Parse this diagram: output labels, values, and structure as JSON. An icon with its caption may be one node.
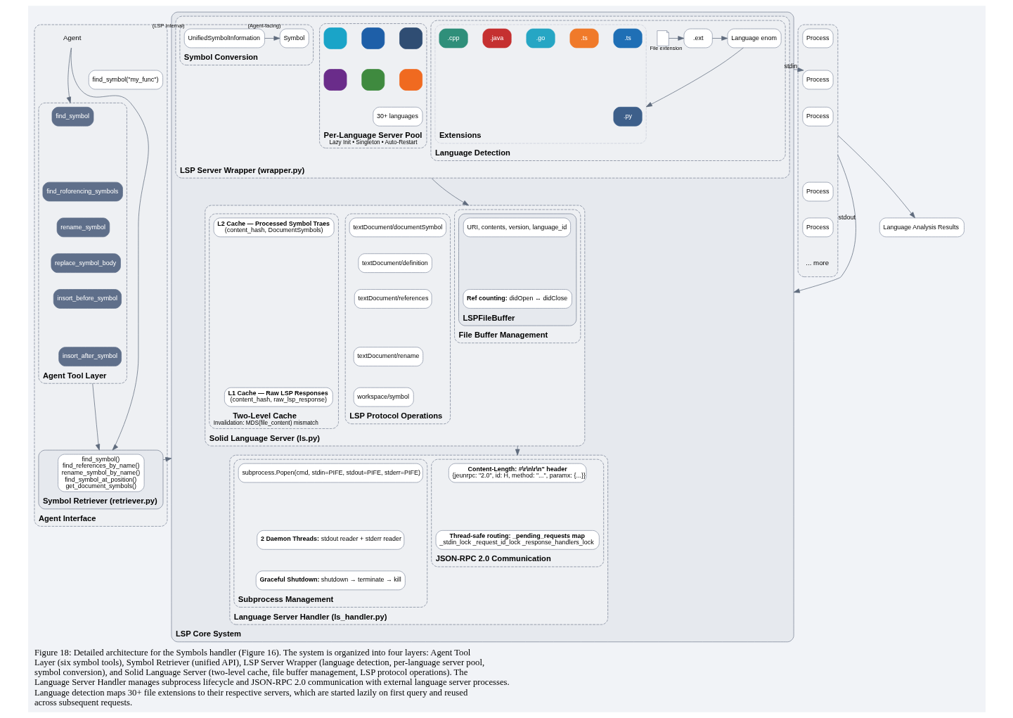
{
  "diagram": {
    "caption": "Figure 18: Detailed architecture for the Symbols handler (Figure 16). The system is organized into four layers: Agent Tool Layer (six symbol tools), Symbol Retriever (unified API), LSP Server Wrapper (language detection, per-language server pool, symbol conversion), and Solid Language Server (two-level cache, file buffer management, LSP protocol operations). The Language Server Handler manages subprocess lifecycle and JSON-RPC 2.0 communication with external language server processes. Language detection maps 30+ file extensions to their respective servers, which are started lazily on first query and reused across subsequent requests.",
    "nodes": [
      {
        "text": [
          "Agent Interface"
        ]
      },
      {
        "text": [
          "Agent"
        ],
        "in": 0
      },
      {
        "text": [
          "find_symbol(\"my_func\")"
        ],
        "in": 0
      },
      {
        "text": [
          "Agent Tool Layer"
        ],
        "in": 0
      },
      {
        "text": [
          "find_symbol"
        ],
        "in": 3
      },
      {
        "text": [
          "find_roforencing_symbols"
        ],
        "in": 3
      },
      {
        "text": [
          "rename_symbol"
        ],
        "in": 3
      },
      {
        "text": [
          "replace_symbol_body"
        ],
        "in": 3
      },
      {
        "text": [
          "insort_before_symbol"
        ],
        "in": 3
      },
      {
        "text": [
          "insort_after_symbol"
        ],
        "in": 3
      },
      {
        "text": [
          "Symbol Retriever (retriever.py)"
        ],
        "in": 0
      },
      {
        "text": [
          "find_symbol() find_references_by_name() rename_symbol_by_name() find_symbol_at_position() get_document_symbols()"
        ],
        "in": 10
      },
      {
        "text": [
          "LSP Core System"
        ]
      },
      {
        "text": [
          "LSP Server Wrapper (wrapper.py)"
        ],
        "in": 12
      },
      {
        "text": [
          "Language Detection"
        ],
        "in": 13
      },
      {
        "text": [],
        "shape": "document",
        "beside": [
          "File extension"
        ],
        "in": 14
      },
      {
        "text": [
          ".ext"
        ],
        "in": 14
      },
      {
        "text": [
          "Language enom"
        ],
        "in": 14
      },
      {
        "text": [
          "Extensions"
        ],
        "in": 14
      },
      {
        "text": [
          ".py"
        ],
        "in": 18
      },
      {
        "text": [
          ".ts"
        ],
        "in": 18
      },
      {
        "text": [
          ".ts"
        ],
        "in": 18
      },
      {
        "text": [
          ".go"
        ],
        "in": 18
      },
      {
        "text": [
          ".java"
        ],
        "in": 18
      },
      {
        "text": [
          ".cpp"
        ],
        "in": 18
      },
      {
        "text": [
          "Per-Language Server Pool",
          "Lazy Init • Singleton • Auto-Restart"
        ],
        "in": 13
      },
      {
        "text": [],
        "shape": "box",
        "in": 25
      },
      {
        "text": [],
        "shape": "box",
        "in": 25
      },
      {
        "text": [],
        "shape": "box",
        "in": 25
      },
      {
        "text": [],
        "shape": "box",
        "in": 25
      },
      {
        "text": [],
        "shape": "box",
        "in": 25
      },
      {
        "text": [],
        "shape": "box",
        "in": 25
      },
      {
        "text": [
          "30+ languages"
        ],
        "in": 25
      },
      {
        "text": [
          "Symbol Conversion"
        ],
        "in": 13
      },
      {
        "text": [
          "UnifiedSymbolInformation"
        ],
        "beside": [
          "(LSP Internal)"
        ],
        "in": 33
      },
      {
        "text": [
          "Symbol"
        ],
        "beside": [
          "(Agent-facing)"
        ],
        "in": 33
      },
      {
        "text": [
          "Solid Language Server (ls.py)"
        ],
        "in": 12
      },
      {
        "text": [
          "Two-Level Cache",
          "Invalidation: MDS(file_content) mismatch"
        ],
        "in": 36
      },
      {
        "text": [
          "L2 Cache — Processed Symbol Traes",
          "(content_hash, DocumentSymbols)"
        ],
        "in": 37
      },
      {
        "text": [
          "L1 Cache — Raw LSP Responses",
          "(content_hash, raw_lsp_response)"
        ],
        "in": 37
      },
      {
        "text": [
          "File Buffer Management"
        ],
        "in": 36
      },
      {
        "text": [
          "LSPFileBuffer"
        ],
        "in": 40
      },
      {
        "text": [
          "URI, contents, version, language_id"
        ],
        "in": 41
      },
      {
        "text": [
          "**Ref counting:** didOpen ↔ didClose"
        ],
        "in": 41
      },
      {
        "text": [
          "LSP Protocol Operations"
        ],
        "in": 36
      },
      {
        "text": [
          "textDocument/documentSymbol"
        ],
        "in": 44
      },
      {
        "text": [
          "textDocument/definition"
        ],
        "in": 44
      },
      {
        "text": [
          "textDocument/references"
        ],
        "in": 44
      },
      {
        "text": [
          "textDocument/rename"
        ],
        "in": 44
      },
      {
        "text": [
          "workspace/symbol"
        ],
        "in": 44
      },
      {
        "text": [
          "Language Server Handler (ls_handler.py)"
        ],
        "in": 12
      },
      {
        "text": [
          "Subprocess Management"
        ],
        "in": 50
      },
      {
        "text": [
          "subprocess.Popen(cmd, stdin=PIFE, stdout=PIFE, stderr=PIFE)"
        ],
        "in": 51
      },
      {
        "text": [
          "**2 Daemon Threads:** stdout reader + stderr reader"
        ],
        "in": 51
      },
      {
        "text": [
          "**Graceful Shutdown:** shutdown → terminate → kill"
        ],
        "in": 51
      },
      {
        "text": [
          "JSON-RPC 2.0 Communication"
        ],
        "in": 50
      },
      {
        "text": [
          "Content-Length: #\\r\\n\\r\\n\" header",
          "{jeunrpc: \"2.0\", id: H, method: \"...\", paramx: {...}}"
        ],
        "in": 55
      },
      {
        "text": [
          "Thread-safe routing: _pending_requests map",
          "_stdin_lock _request_id_lock _response_handlers_lock"
        ],
        "in": 55
      },
      {
        "text": [],
        "shape": "box"
      },
      {
        "text": [
          "Process"
        ],
        "in": 58
      },
      {
        "text": [
          "Process"
        ],
        "in": 58
      },
      {
        "text": [
          "Process"
        ],
        "in": 58
      },
      {
        "text": [
          "Process"
        ],
        "in": 58
      },
      {
        "text": [
          "Process"
        ],
        "in": 58
      },
      {
        "text": [
          "... more"
        ],
        "in": 58
      },
      {
        "text": [
          "Language Analysis Results"
        ]
      }
    ],
    "edges": [
      {
        "from": 1,
        "to": 3,
        "arrow": "to"
      },
      {
        "from": 1,
        "to": 10,
        "arrow": "to"
      },
      {
        "from": 3,
        "to": 10,
        "arrow": "to"
      },
      {
        "from": 10,
        "to": 12,
        "arrow": "to"
      },
      {
        "from": 15,
        "to": 16,
        "arrow": "to"
      },
      {
        "from": 16,
        "to": 17,
        "arrow": "to"
      },
      {
        "from": 17,
        "to": 18,
        "arrow": "to"
      },
      {
        "from": 34,
        "to": 35,
        "arrow": "to"
      },
      {
        "from": 13,
        "to": 36,
        "arrow": "to"
      },
      {
        "from": 36,
        "to": 50,
        "arrow": "to"
      },
      {
        "from": 12,
        "to": 58,
        "label": "stdin",
        "arrow": "to"
      },
      {
        "from": 58,
        "to": 12,
        "label": "stdout",
        "arrow": "to"
      },
      {
        "from": 58,
        "to": 65,
        "arrow": "to"
      }
    ]
  }
}
